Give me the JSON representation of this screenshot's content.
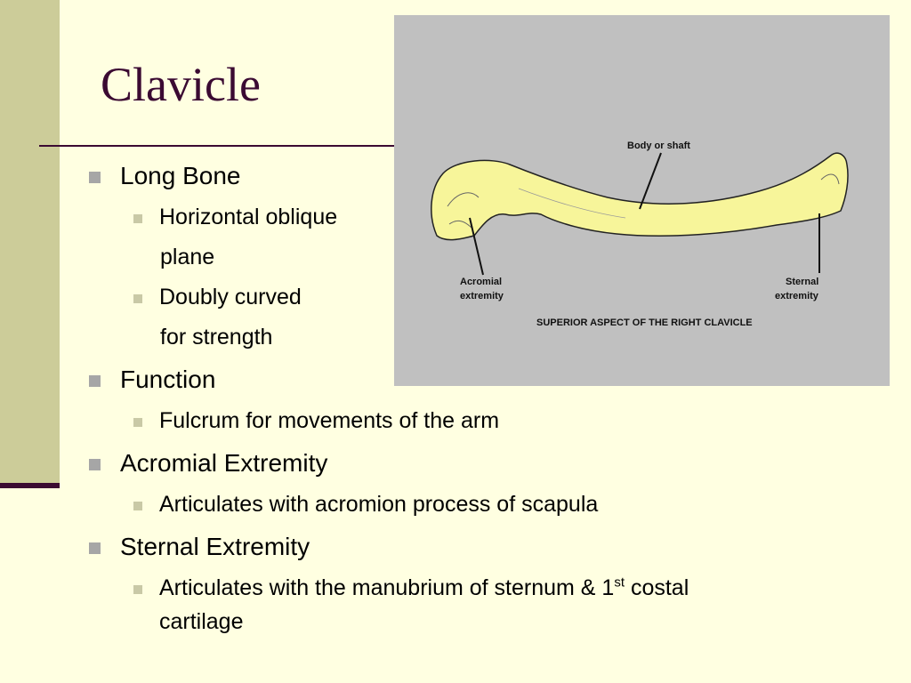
{
  "slide": {
    "title": "Clavicle",
    "bullets": [
      {
        "text": "Long Bone",
        "subs": [
          {
            "text": "Horizontal oblique",
            "cont": "plane"
          },
          {
            "text": "Doubly curved",
            "cont": "for strength"
          }
        ]
      },
      {
        "text": "Function",
        "subs": [
          {
            "text": "Fulcrum for movements of the arm"
          }
        ]
      },
      {
        "text": "Acromial Extremity",
        "subs": [
          {
            "text": "Articulates with acromion process of scapula"
          }
        ]
      },
      {
        "text": "Sternal Extremity",
        "subs": [
          {
            "text": "Articulates with the manubrium of sternum & 1",
            "sup": "st",
            "after": " costal",
            "cont": "cartilage"
          }
        ]
      }
    ]
  },
  "figure": {
    "label_body": "Body or shaft",
    "label_acromial_1": "Acromial",
    "label_acromial_2": "extremity",
    "label_sternal_1": "Sternal",
    "label_sternal_2": "extremity",
    "caption": "SUPERIOR ASPECT OF THE RIGHT CLAVICLE"
  },
  "colors": {
    "background": "#ffffe1",
    "accent": "#3b0a32",
    "band": "#cccc99",
    "bone": "#f7f59a"
  }
}
